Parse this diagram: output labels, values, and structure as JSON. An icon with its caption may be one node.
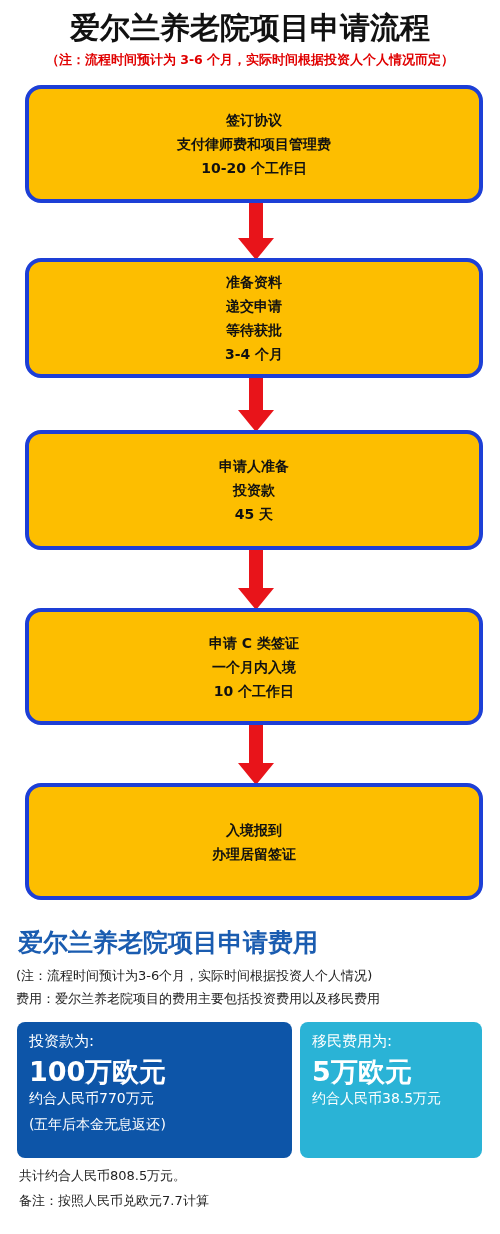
{
  "diagram": {
    "title": "爱尔兰养老院项目申请流程",
    "nodes": [
      {
        "text": [
          "签订协议",
          "支付律师费和项目管理费",
          "10-20 个工作日"
        ]
      },
      {
        "text": [
          "准备资料",
          "递交申请",
          "等待获批",
          "3-4 个月"
        ]
      },
      {
        "text": [
          "申请人准备",
          "投资款",
          "45 天"
        ]
      },
      {
        "text": [
          "申请 C 类签证",
          "一个月内入境",
          "10 个工作日"
        ]
      },
      {
        "text": [
          "入境报到",
          "办理居留签证"
        ]
      },
      {
        "text": [
          "投资款为:",
          "100万欧元",
          "约合人民币770万元",
          "(五年后本金无息返还)"
        ]
      },
      {
        "text": [
          "移民费用为:",
          "5万欧元",
          "约合人民币38.5万元"
        ]
      }
    ],
    "edges": [
      {
        "from": 0,
        "to": 1,
        "arrow": "to"
      },
      {
        "from": 1,
        "to": 2,
        "arrow": "to"
      },
      {
        "from": 2,
        "to": 3,
        "arrow": "to"
      },
      {
        "from": 3,
        "to": 4,
        "arrow": "to"
      }
    ],
    "labels": [
      "（注：流程时间预计为 3-6 个月，实际时间根据投资人个人情况而定）",
      "爱尔兰养老院项目申请费用",
      "(注：流程时间预计为3-6个月，实际时间根据投资人个人情况)",
      "费用：爱尔兰养老院项目的费用主要包括投资费用以及移民费用",
      "共计约合人民币808.5万元。",
      "备注：按照人民币兑欧元7.7计算"
    ]
  }
}
